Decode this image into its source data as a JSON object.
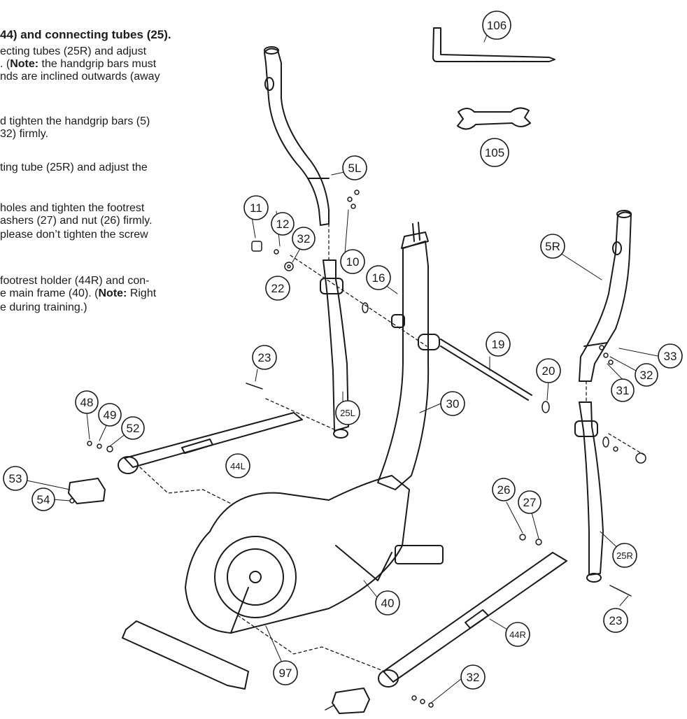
{
  "instructions": {
    "heading": "44) and connecting tubes (25).",
    "lines": [
      "ecting tubes (25R) and adjust",
      ". (",
      "Note:",
      " the handgrip bars must",
      "nds are inclined outwards (away",
      "d tighten the handgrip bars (5)",
      "32) firmly.",
      "ting tube (25R) and adjust the",
      "holes  and  tighten the footrest",
      "ashers (27) and nut (26) firmly.",
      "please don’t tighten the screw",
      "footrest holder (44R) and con-",
      "e main frame (40). (",
      "Note:",
      " Right",
      "e during training.)"
    ]
  },
  "part_labels": {
    "p106": "106",
    "p105": "105",
    "p5L": "5L",
    "p5R": "5R",
    "p11": "11",
    "p12": "12",
    "p32a": "32",
    "p22": "22",
    "p10": "10",
    "p16": "16",
    "p19": "19",
    "p33": "33",
    "p32b": "32",
    "p31": "31",
    "p20": "20",
    "p23a": "23",
    "p25L": "25L",
    "p30": "30",
    "p48": "48",
    "p49": "49",
    "p52": "52",
    "p44L": "44L",
    "p53": "53",
    "p54": "54",
    "p26": "26",
    "p27": "27",
    "p25R": "25R",
    "p40": "40",
    "p23b": "23",
    "p44R": "44R",
    "p97": "97",
    "p32c": "32"
  }
}
